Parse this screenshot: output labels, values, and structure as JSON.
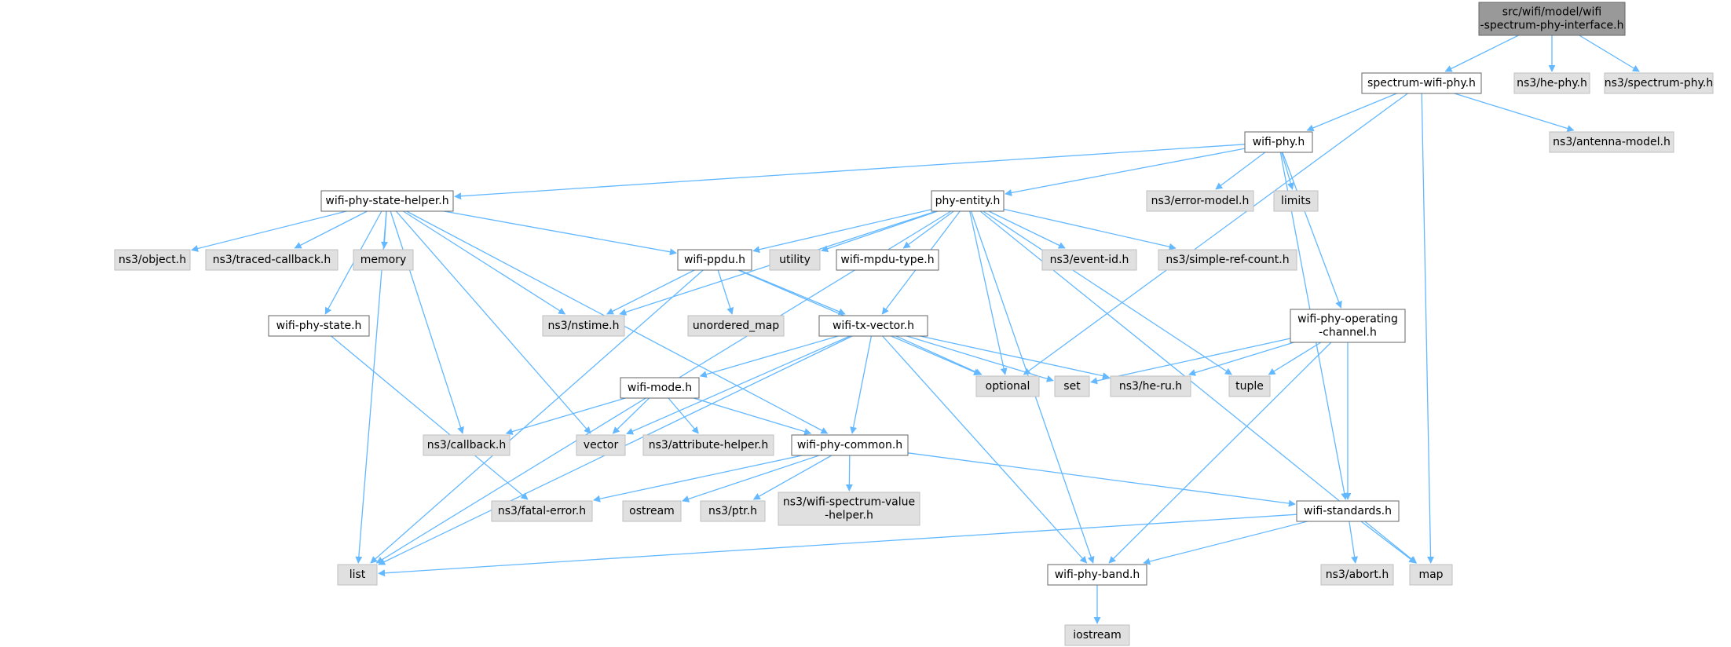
{
  "diagram": {
    "colors": {
      "root_fill": "#999999",
      "root_stroke": "#666666",
      "local_fill": "#ffffff",
      "local_stroke": "#666666",
      "external_fill": "#e0e0e0",
      "external_stroke": "#bfbfbf",
      "edge": "#63b8ff"
    },
    "nodes": [
      {
        "id": "root",
        "kind": "root",
        "lines": [
          "src/wifi/model/wifi",
          "-spectrum-phy-interface.h"
        ]
      },
      {
        "id": "spectrum_wifi_phy",
        "kind": "local",
        "lines": [
          "spectrum-wifi-phy.h"
        ]
      },
      {
        "id": "he_phy",
        "kind": "external",
        "lines": [
          "ns3/he-phy.h"
        ]
      },
      {
        "id": "spectrum_phy",
        "kind": "external",
        "lines": [
          "ns3/spectrum-phy.h"
        ]
      },
      {
        "id": "wifi_phy",
        "kind": "local",
        "lines": [
          "wifi-phy.h"
        ]
      },
      {
        "id": "antenna_model",
        "kind": "external",
        "lines": [
          "ns3/antenna-model.h"
        ]
      },
      {
        "id": "wifi_phy_state_helper",
        "kind": "local",
        "lines": [
          "wifi-phy-state-helper.h"
        ]
      },
      {
        "id": "phy_entity",
        "kind": "local",
        "lines": [
          "phy-entity.h"
        ]
      },
      {
        "id": "error_model",
        "kind": "external",
        "lines": [
          "ns3/error-model.h"
        ]
      },
      {
        "id": "limits",
        "kind": "external",
        "lines": [
          "limits"
        ]
      },
      {
        "id": "object",
        "kind": "external",
        "lines": [
          "ns3/object.h"
        ]
      },
      {
        "id": "traced_callback",
        "kind": "external",
        "lines": [
          "ns3/traced-callback.h"
        ]
      },
      {
        "id": "memory",
        "kind": "external",
        "lines": [
          "memory"
        ]
      },
      {
        "id": "wifi_ppdu",
        "kind": "local",
        "lines": [
          "wifi-ppdu.h"
        ]
      },
      {
        "id": "utility",
        "kind": "external",
        "lines": [
          "utility"
        ]
      },
      {
        "id": "wifi_mpdu_type",
        "kind": "local",
        "lines": [
          "wifi-mpdu-type.h"
        ]
      },
      {
        "id": "event_id",
        "kind": "external",
        "lines": [
          "ns3/event-id.h"
        ]
      },
      {
        "id": "simple_ref_count",
        "kind": "external",
        "lines": [
          "ns3/simple-ref-count.h"
        ]
      },
      {
        "id": "wifi_phy_state",
        "kind": "local",
        "lines": [
          "wifi-phy-state.h"
        ]
      },
      {
        "id": "nstime",
        "kind": "external",
        "lines": [
          "ns3/nstime.h"
        ]
      },
      {
        "id": "unordered_map",
        "kind": "external",
        "lines": [
          "unordered_map"
        ]
      },
      {
        "id": "wifi_tx_vector",
        "kind": "local",
        "lines": [
          "wifi-tx-vector.h"
        ]
      },
      {
        "id": "wifi_phy_operating_channel",
        "kind": "local",
        "lines": [
          "wifi-phy-operating",
          "-channel.h"
        ]
      },
      {
        "id": "optional",
        "kind": "external",
        "lines": [
          "optional"
        ]
      },
      {
        "id": "set",
        "kind": "external",
        "lines": [
          "set"
        ]
      },
      {
        "id": "he_ru",
        "kind": "external",
        "lines": [
          "ns3/he-ru.h"
        ]
      },
      {
        "id": "tuple",
        "kind": "external",
        "lines": [
          "tuple"
        ]
      },
      {
        "id": "wifi_mode",
        "kind": "local",
        "lines": [
          "wifi-mode.h"
        ]
      },
      {
        "id": "callback",
        "kind": "external",
        "lines": [
          "ns3/callback.h"
        ]
      },
      {
        "id": "vector",
        "kind": "external",
        "lines": [
          "vector"
        ]
      },
      {
        "id": "attribute_helper",
        "kind": "external",
        "lines": [
          "ns3/attribute-helper.h"
        ]
      },
      {
        "id": "wifi_phy_common",
        "kind": "local",
        "lines": [
          "wifi-phy-common.h"
        ]
      },
      {
        "id": "fatal_error",
        "kind": "external",
        "lines": [
          "ns3/fatal-error.h"
        ]
      },
      {
        "id": "ostream",
        "kind": "external",
        "lines": [
          "ostream"
        ]
      },
      {
        "id": "ptr",
        "kind": "external",
        "lines": [
          "ns3/ptr.h"
        ]
      },
      {
        "id": "wifi_spectrum_value_helper",
        "kind": "external",
        "lines": [
          "ns3/wifi-spectrum-value",
          "-helper.h"
        ]
      },
      {
        "id": "wifi_standards",
        "kind": "local",
        "lines": [
          "wifi-standards.h"
        ]
      },
      {
        "id": "list",
        "kind": "external",
        "lines": [
          "list"
        ]
      },
      {
        "id": "wifi_phy_band",
        "kind": "local",
        "lines": [
          "wifi-phy-band.h"
        ]
      },
      {
        "id": "abort",
        "kind": "external",
        "lines": [
          "ns3/abort.h"
        ]
      },
      {
        "id": "map",
        "kind": "external",
        "lines": [
          "map"
        ]
      },
      {
        "id": "iostream",
        "kind": "external",
        "lines": [
          "iostream"
        ]
      }
    ],
    "edges": [
      [
        "root",
        "spectrum_wifi_phy"
      ],
      [
        "root",
        "he_phy"
      ],
      [
        "root",
        "spectrum_phy"
      ],
      [
        "spectrum_wifi_phy",
        "wifi_phy"
      ],
      [
        "spectrum_wifi_phy",
        "antenna_model"
      ],
      [
        "spectrum_wifi_phy",
        "optional"
      ],
      [
        "spectrum_wifi_phy",
        "map"
      ],
      [
        "wifi_phy",
        "wifi_phy_state_helper"
      ],
      [
        "wifi_phy",
        "phy_entity"
      ],
      [
        "wifi_phy",
        "error_model"
      ],
      [
        "wifi_phy",
        "limits"
      ],
      [
        "wifi_phy",
        "wifi_phy_operating_channel"
      ],
      [
        "wifi_phy",
        "wifi_standards"
      ],
      [
        "wifi_phy_state_helper",
        "object"
      ],
      [
        "wifi_phy_state_helper",
        "traced_callback"
      ],
      [
        "wifi_phy_state_helper",
        "memory"
      ],
      [
        "wifi_phy_state_helper",
        "wifi_ppdu"
      ],
      [
        "wifi_phy_state_helper",
        "nstime"
      ],
      [
        "wifi_phy_state_helper",
        "wifi_phy_state"
      ],
      [
        "wifi_phy_state_helper",
        "callback"
      ],
      [
        "wifi_phy_state_helper",
        "vector"
      ],
      [
        "wifi_phy_state_helper",
        "wifi_phy_common"
      ],
      [
        "wifi_phy_state_helper",
        "list"
      ],
      [
        "phy_entity",
        "wifi_ppdu"
      ],
      [
        "phy_entity",
        "utility"
      ],
      [
        "phy_entity",
        "wifi_mpdu_type"
      ],
      [
        "phy_entity",
        "event_id"
      ],
      [
        "phy_entity",
        "simple_ref_count"
      ],
      [
        "phy_entity",
        "nstime"
      ],
      [
        "phy_entity",
        "wifi_tx_vector"
      ],
      [
        "phy_entity",
        "optional"
      ],
      [
        "phy_entity",
        "tuple"
      ],
      [
        "phy_entity",
        "map"
      ],
      [
        "phy_entity",
        "list"
      ],
      [
        "phy_entity",
        "wifi_phy_band"
      ],
      [
        "wifi_ppdu",
        "nstime"
      ],
      [
        "wifi_ppdu",
        "unordered_map"
      ],
      [
        "wifi_ppdu",
        "wifi_tx_vector"
      ],
      [
        "wifi_ppdu",
        "optional"
      ],
      [
        "wifi_ppdu",
        "list"
      ],
      [
        "wifi_phy_state",
        "fatal_error"
      ],
      [
        "wifi_tx_vector",
        "wifi_mode"
      ],
      [
        "wifi_tx_vector",
        "wifi_phy_common"
      ],
      [
        "wifi_tx_vector",
        "optional"
      ],
      [
        "wifi_tx_vector",
        "set"
      ],
      [
        "wifi_tx_vector",
        "he_ru"
      ],
      [
        "wifi_tx_vector",
        "vector"
      ],
      [
        "wifi_tx_vector",
        "list"
      ],
      [
        "wifi_tx_vector",
        "wifi_phy_band"
      ],
      [
        "wifi_phy_operating_channel",
        "set"
      ],
      [
        "wifi_phy_operating_channel",
        "he_ru"
      ],
      [
        "wifi_phy_operating_channel",
        "tuple"
      ],
      [
        "wifi_phy_operating_channel",
        "wifi_standards"
      ],
      [
        "wifi_phy_operating_channel",
        "wifi_phy_band"
      ],
      [
        "wifi_mode",
        "callback"
      ],
      [
        "wifi_mode",
        "vector"
      ],
      [
        "wifi_mode",
        "attribute_helper"
      ],
      [
        "wifi_mode",
        "wifi_phy_common"
      ],
      [
        "wifi_phy_common",
        "fatal_error"
      ],
      [
        "wifi_phy_common",
        "ostream"
      ],
      [
        "wifi_phy_common",
        "ptr"
      ],
      [
        "wifi_phy_common",
        "wifi_spectrum_value_helper"
      ],
      [
        "wifi_phy_common",
        "wifi_standards"
      ],
      [
        "wifi_standards",
        "list"
      ],
      [
        "wifi_standards",
        "wifi_phy_band"
      ],
      [
        "wifi_standards",
        "abort"
      ],
      [
        "wifi_standards",
        "map"
      ],
      [
        "wifi_phy_band",
        "iostream"
      ]
    ]
  }
}
